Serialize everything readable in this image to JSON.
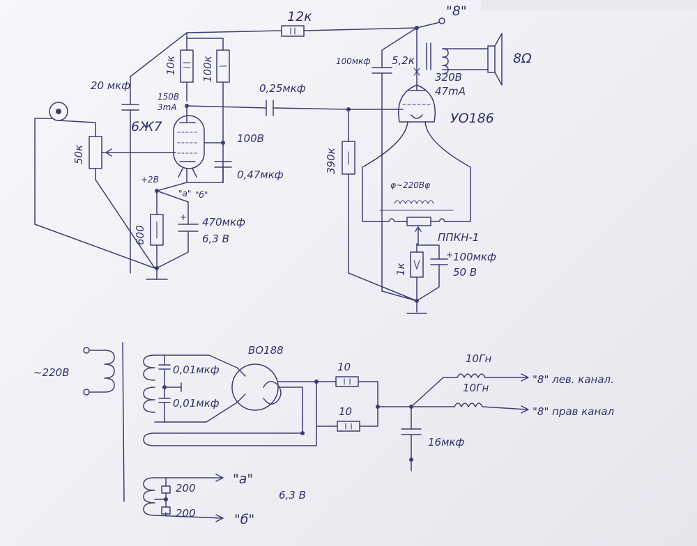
{
  "amplifier": {
    "r_feedback": "12к",
    "out_terminal": "\"8\"",
    "speaker_impedance": "8Ω",
    "r_anode1": "10к",
    "r_screen": "100к",
    "c_coupling_in": "20 мкф",
    "v1_anode": "150В",
    "v1_current": "3mA",
    "tube1": "6Ж7",
    "v_screen": "100В",
    "c_screen": "0,47мкф",
    "pot": "50к",
    "v_cathode1": "+2В",
    "mark_a": "\"a\"",
    "mark_b": "\"б\"",
    "r_cathode1": "600",
    "c_cathode1_a": "470мкф",
    "c_cathode1_b": "6,3 В",
    "c_coupling": "0,25мкф",
    "c_plate": "100мкф",
    "r_plate": "5,2к",
    "v2_anode": "320В",
    "v2_current": "47mA",
    "tube2": "УО186",
    "r_grid2": "390к",
    "filament": "φ~220Вφ",
    "r_cathode2": "1к",
    "ppkn": "ППКН-1",
    "c_cathode2_a": "100мкф",
    "c_cathode2_b": "50 В"
  },
  "psu": {
    "mains": "~220В",
    "rectifier": "ВО188",
    "c1": "0,01мкф",
    "c2": "0,01мкф",
    "r1": "10",
    "r2": "10",
    "choke1": "10Гн",
    "choke2": "10Гн",
    "out_left": "\"8\" лев. канал.",
    "out_right": "\"8\" прав канал",
    "c_filter": "16мкф",
    "heater_r1": "200",
    "heater_r2": "200",
    "heater_a": "\"a\"",
    "heater_b": "\"б\"",
    "heater_v": "6,3 В"
  }
}
